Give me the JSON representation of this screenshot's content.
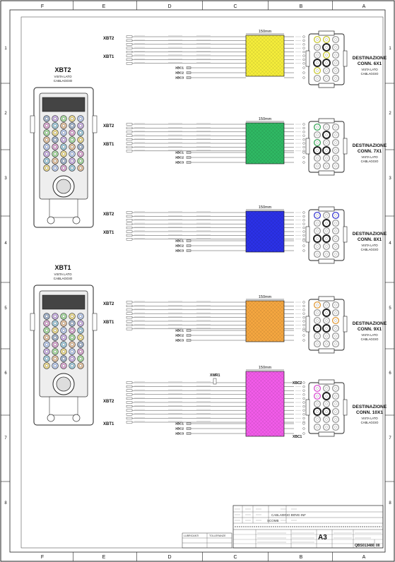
{
  "border": {
    "columns": [
      "F",
      "E",
      "D",
      "C",
      "B",
      "A"
    ],
    "rows": [
      "1",
      "2",
      "3",
      "4",
      "5",
      "6",
      "7",
      "8"
    ]
  },
  "left_connectors": [
    {
      "name": "XBT2",
      "subtitle_1": "VISTA LATO",
      "subtitle_2": "CABLAGGIO"
    },
    {
      "name": "XBT1",
      "subtitle_1": "VISTA LATO",
      "subtitle_2": "CABLAGGIO"
    }
  ],
  "harnesses": [
    {
      "bundle_length": "150mm",
      "bundle_color": "#f4ec3a",
      "xbt2_label": "XBT2",
      "xbt1_label": "XBT1",
      "dest_title_1": "DESTINAZIONE",
      "dest_title_2": "CONN. 6X1",
      "dest_sub_1": "VISTA LATO",
      "dest_sub_2": "CABLAGGIO",
      "xbc_labels": [
        "XBC1",
        "XBC2",
        "XBC3"
      ],
      "pin_colors": [
        "#c8c832",
        "#c8c832",
        "#999",
        "#999",
        "#222",
        "#999",
        "#999",
        "#c8c832",
        "#999",
        "#222",
        "#222",
        "#999",
        "#c8c832",
        "#999",
        "#999",
        "#999",
        "#999",
        "#999"
      ]
    },
    {
      "bundle_length": "150mm",
      "bundle_color": "#2fb863",
      "xbt2_label": "XBT2",
      "xbt1_label": "XBT1",
      "dest_title_1": "DESTINAZIONE",
      "dest_title_2": "CONN. 7X1",
      "dest_sub_1": "VISTA LATO",
      "dest_sub_2": "CABLAGGIO",
      "xbc_labels": [
        "XBC1",
        "XBC2",
        "XBC3"
      ],
      "pin_colors": [
        "#3aa65a",
        "#999",
        "#999",
        "#999",
        "#222",
        "#999",
        "#3aa65a",
        "#999",
        "#999",
        "#222",
        "#222",
        "#999",
        "#999",
        "#999",
        "#999",
        "#999",
        "#999",
        "#999"
      ]
    },
    {
      "bundle_length": "150mm",
      "bundle_color": "#2b31e6",
      "xbt2_label": "XBT2",
      "xbt1_label": "XBT1",
      "dest_title_1": "DESTINAZIONE",
      "dest_title_2": "CONN. 8X1",
      "dest_sub_1": "VISTA LATO",
      "dest_sub_2": "CABLAGGIO",
      "xbc_labels": [
        "XBC1",
        "XBC2",
        "XBC3"
      ],
      "pin_colors": [
        "#3c3cd0",
        "#999",
        "#3c3cd0",
        "#999",
        "#222",
        "#999",
        "#999",
        "#999",
        "#999",
        "#222",
        "#222",
        "#999",
        "#999",
        "#999",
        "#999",
        "#999",
        "#999",
        "#999"
      ]
    },
    {
      "bundle_length": "150mm",
      "bundle_color": "#f4a640",
      "xbt2_label": "XBT2",
      "xbt1_label": "XBT1",
      "dest_title_1": "DESTINAZIONE",
      "dest_title_2": "CONN. 9X1",
      "dest_sub_1": "VISTA LATO",
      "dest_sub_2": "CABLAGGIO",
      "xbc_labels": [
        "XBC1",
        "XBC2",
        "XBC3"
      ],
      "pin_colors": [
        "#e09a3a",
        "#999",
        "#999",
        "#999",
        "#222",
        "#999",
        "#999",
        "#999",
        "#e09a3a",
        "#222",
        "#222",
        "#999",
        "#999",
        "#999",
        "#999",
        "#999",
        "#999",
        "#999"
      ]
    },
    {
      "bundle_length": "150mm",
      "bundle_color": "#f15be8",
      "xbt2_label": "XBT2",
      "xbt1_label": "XBT1",
      "dest_title_1": "DESTINAZIONE",
      "dest_title_2": "CONN. 10X1",
      "dest_sub_1": "VISTA LATO",
      "dest_sub_2": "CABLAGGIO",
      "xbc_labels": [
        "XBC1",
        "XBC2",
        "XBC3"
      ],
      "pin_colors": [
        "#d84fd0",
        "#999",
        "#999",
        "#d84fd0",
        "#222",
        "#999",
        "#999",
        "#999",
        "#999",
        "#222",
        "#222",
        "#999",
        "#999",
        "#999",
        "#999",
        "#999",
        "#999",
        "#999"
      ]
    }
  ],
  "extra_labels": {
    "xwr1": "XWR1",
    "xbc2_top": "XBC2",
    "xbc1_bottom": "XBC1"
  },
  "title_block": {
    "title": "CABLAGGIO BOVE-INF",
    "subtitle": "SCOMB",
    "format": "A3",
    "doc_number": "QBS013480",
    "revision": "00",
    "tolerance_header": "TOLLERANZE",
    "surface_header": "LUBRICANTI"
  },
  "bundle_colors_legend": [
    "#f4ec3a",
    "#2fb863",
    "#2b31e6",
    "#f4a640",
    "#f15be8"
  ]
}
